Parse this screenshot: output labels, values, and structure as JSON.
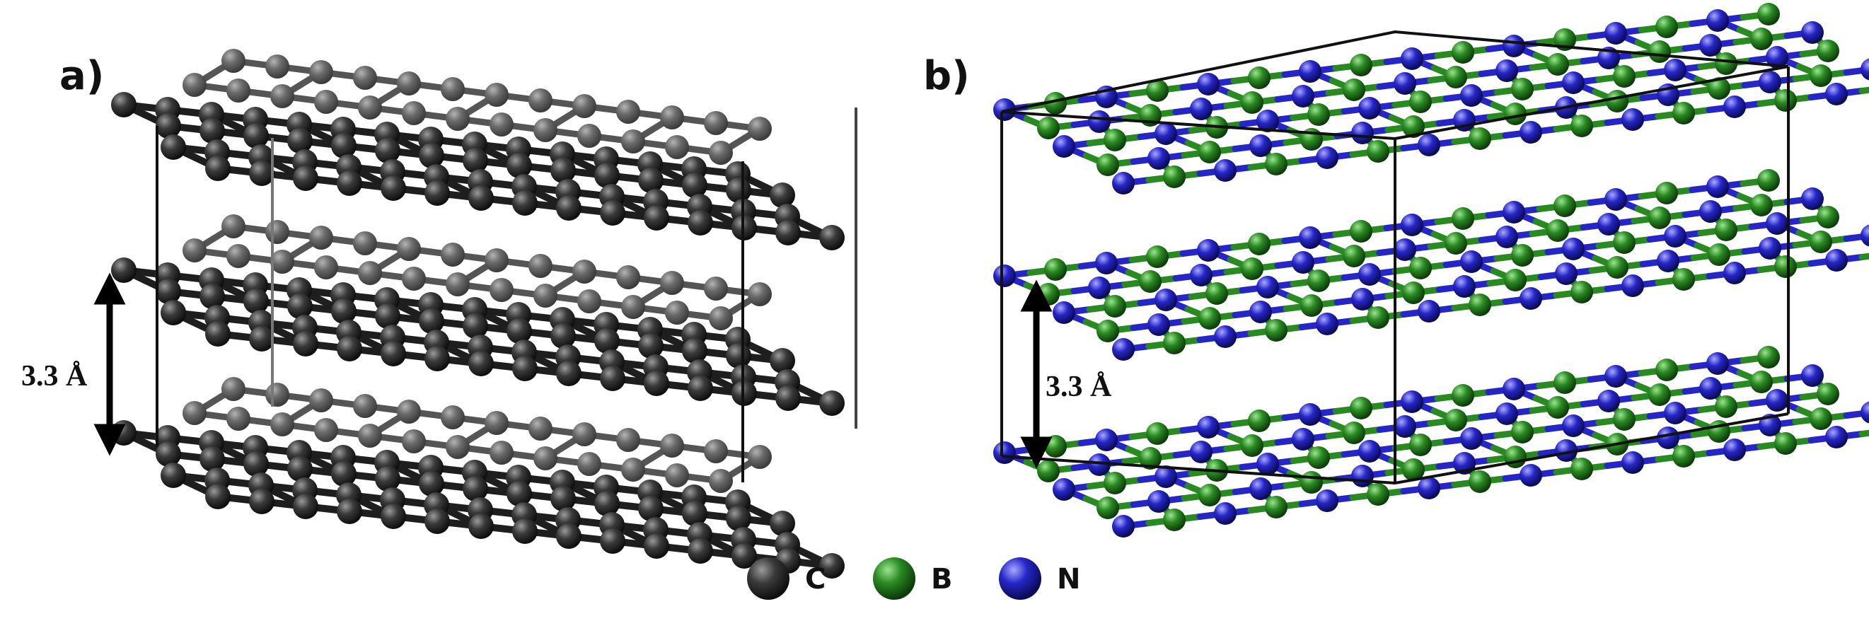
{
  "panels": [
    {
      "label": "a)",
      "distance_label": "3.3 Å",
      "material": "graphite",
      "layers": 3
    },
    {
      "label": "b)",
      "distance_label": "3.3 Å",
      "material": "h-BN",
      "layers": 3
    }
  ],
  "legend": [
    {
      "symbol": "C",
      "color": "#3a3a3a"
    },
    {
      "symbol": "B",
      "color": "#2a8a22"
    },
    {
      "symbol": "N",
      "color": "#2626c8"
    }
  ],
  "colors": {
    "carbon": "#3a3a3a",
    "boron": "#2a8a22",
    "nitrogen": "#2626c8",
    "cell_edge": "#111111"
  }
}
